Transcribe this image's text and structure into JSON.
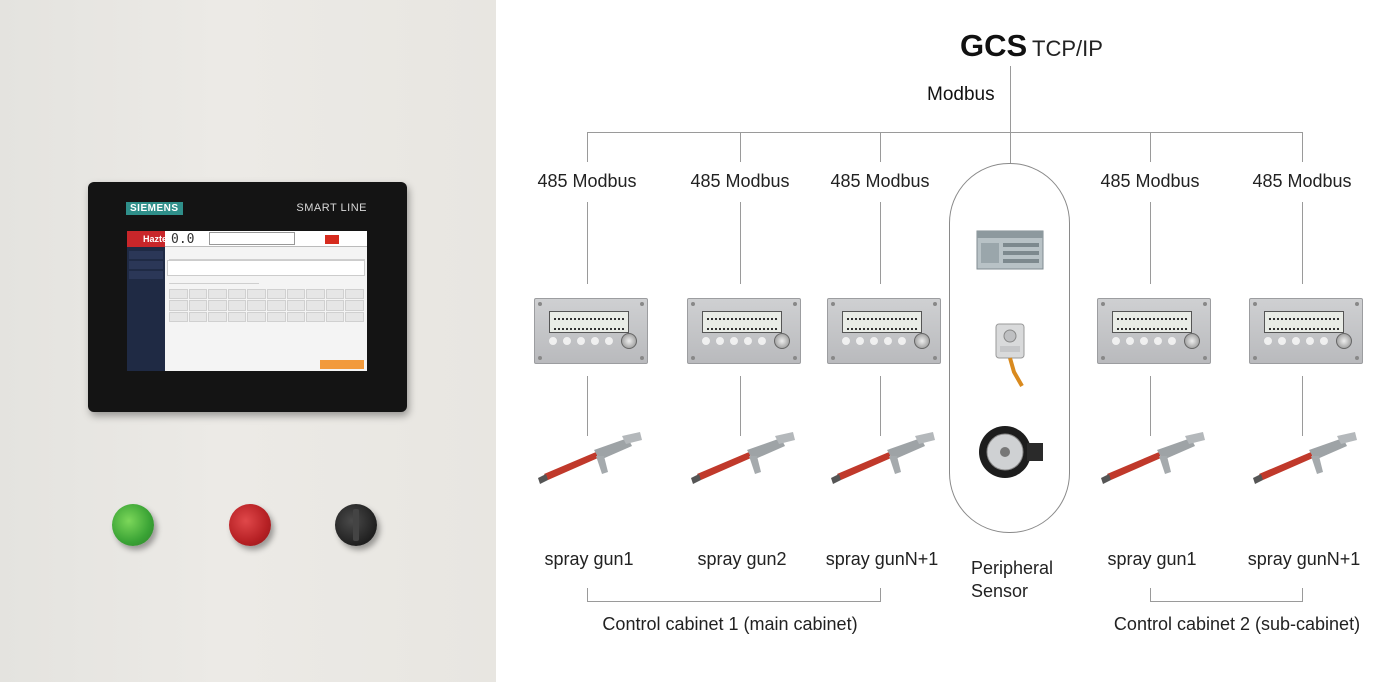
{
  "hmi": {
    "brand": "SIEMENS",
    "model": "SMART LINE",
    "screen_title": "Hazte",
    "value": "0.0"
  },
  "diagram": {
    "gcs_title": "GCS",
    "gcs_protocol": "TCP/IP",
    "modbus": "Modbus",
    "channels": [
      {
        "protocol": "485 Modbus",
        "gun": "spray gun1"
      },
      {
        "protocol": "485 Modbus",
        "gun": "spray gun2"
      },
      {
        "protocol": "485 Modbus",
        "gun": "spray gunN+1"
      },
      {
        "protocol": "485 Modbus",
        "gun": "spray gun1"
      },
      {
        "protocol": "485 Modbus",
        "gun": "spray gunN+1"
      }
    ],
    "peripheral_label_line1": "Peripheral",
    "peripheral_label_line2": "Sensor",
    "cabinet1": "Control cabinet 1 (main cabinet)",
    "cabinet2": "Control cabinet 2 (sub-cabinet)"
  },
  "colors": {
    "line": "#9a9a9a",
    "hmi_brand": "#2f8f8a",
    "hmi_header": "#c8262a",
    "button_green": "#3aa335",
    "button_red": "#b62024",
    "gun_red": "#c0392b"
  }
}
